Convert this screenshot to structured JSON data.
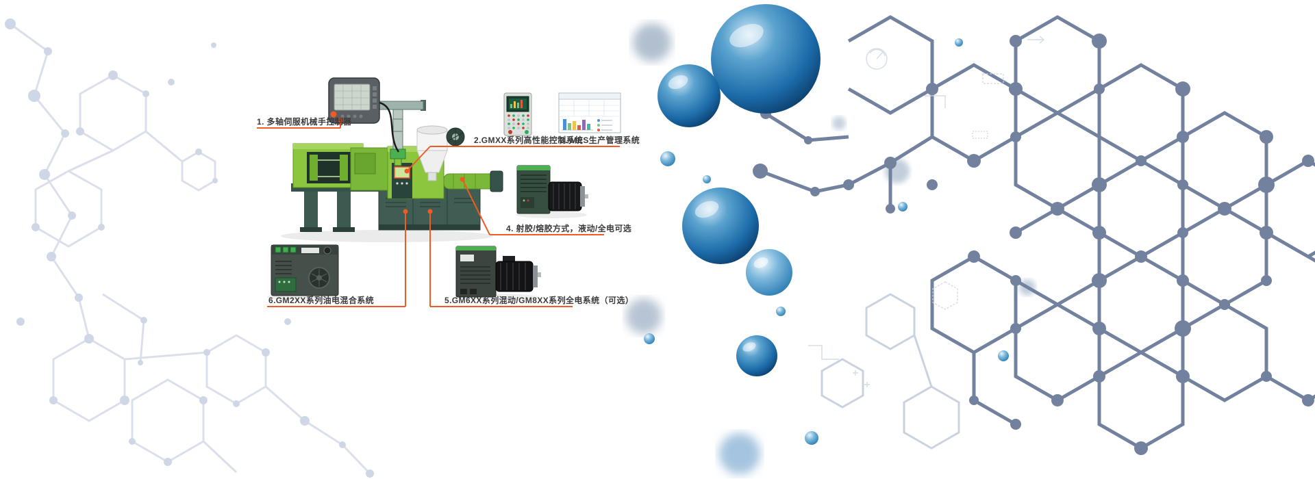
{
  "banner": {
    "colors": {
      "accent_orange": "#f15a24",
      "machine_green": "#8cc63e",
      "machine_dark_teal": "#3d5a50",
      "molecule_slate_blue": "#72829e",
      "molecule_light_gray": "#d9deea",
      "sphere_blue": "#1b6aa8",
      "background": "#ffffff"
    },
    "callouts": [
      {
        "id": "1",
        "text": "1. 多轴伺服机械手控制器"
      },
      {
        "id": "2",
        "text": "2.GMXX系列高性能控制系统"
      },
      {
        "id": "3",
        "text": "3. MES生产管理系统"
      },
      {
        "id": "4",
        "text": "4. 射胶/熔胶方式，液动/全电可选"
      },
      {
        "id": "5",
        "text": "5.GM6XX系列混动/GM8XX系列全电系统（可选）"
      },
      {
        "id": "6",
        "text": "6.GM2XX系列油电混合系统"
      }
    ]
  }
}
